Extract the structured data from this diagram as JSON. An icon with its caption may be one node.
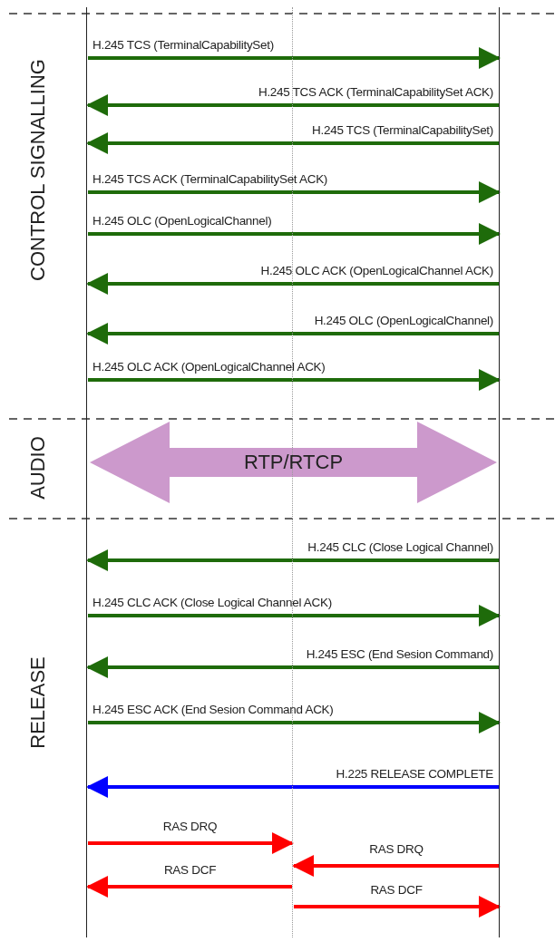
{
  "diagram": {
    "nodes": [
      {
        "text": [],
        "shape": "bar"
      },
      {
        "text": [],
        "shape": "bar"
      },
      {
        "text": [],
        "shape": "bar"
      }
    ],
    "edges": [
      {
        "from": 0,
        "to": 2,
        "arrow": "to",
        "label": "H.245 TCS (TerminalCapabilitySet)"
      },
      {
        "from": 2,
        "to": 0,
        "arrow": "to",
        "label": "H.245 TCS ACK (TerminalCapabilitySet ACK)"
      },
      {
        "from": 2,
        "to": 0,
        "arrow": "to",
        "label": "H.245 TCS (TerminalCapabilitySet)"
      },
      {
        "from": 0,
        "to": 2,
        "arrow": "to",
        "label": "H.245 TCS ACK (TerminalCapabilitySet ACK)"
      },
      {
        "from": 0,
        "to": 2,
        "arrow": "to",
        "label": "H.245 OLC (OpenLogicalChannel)"
      },
      {
        "from": 2,
        "to": 0,
        "arrow": "to",
        "label": "H.245 OLC ACK (OpenLogicalChannel ACK)"
      },
      {
        "from": 2,
        "to": 0,
        "arrow": "to",
        "label": "H.245 OLC (OpenLogicalChannel)"
      },
      {
        "from": 0,
        "to": 2,
        "arrow": "to",
        "label": "H.245 OLC ACK (OpenLogicalChannel ACK)"
      },
      {
        "from": 0,
        "to": 2,
        "arrow": "both",
        "label": "RTP/RTCP",
        "style": "thick",
        "color": "#cc99cc"
      },
      {
        "from": 2,
        "to": 0,
        "arrow": "to",
        "label": "H.245 CLC (Close Logical Channel)"
      },
      {
        "from": 0,
        "to": 2,
        "arrow": "to",
        "label": "H.245 CLC ACK (Close Logical Channel ACK)"
      },
      {
        "from": 2,
        "to": 0,
        "arrow": "to",
        "label": "H.245 ESC (End Sesion Command)"
      },
      {
        "from": 0,
        "to": 2,
        "arrow": "to",
        "label": "H.245 ESC ACK (End Sesion Command ACK)"
      },
      {
        "from": 2,
        "to": 0,
        "arrow": "to",
        "label": "H.225 RELEASE COMPLETE",
        "color": "#0000ff"
      },
      {
        "from": 0,
        "to": 1,
        "arrow": "to",
        "label": "RAS DRQ",
        "color": "#ff0000"
      },
      {
        "from": 2,
        "to": 1,
        "arrow": "to",
        "label": "RAS DRQ",
        "color": "#ff0000"
      },
      {
        "from": 1,
        "to": 0,
        "arrow": "to",
        "label": "RAS DCF",
        "color": "#ff0000"
      },
      {
        "from": 1,
        "to": 2,
        "arrow": "to",
        "label": "RAS DCF",
        "color": "#ff0000"
      }
    ],
    "labels": [
      "CONTROL SIGNALLING",
      "AUDIO",
      "RELEASE"
    ]
  }
}
